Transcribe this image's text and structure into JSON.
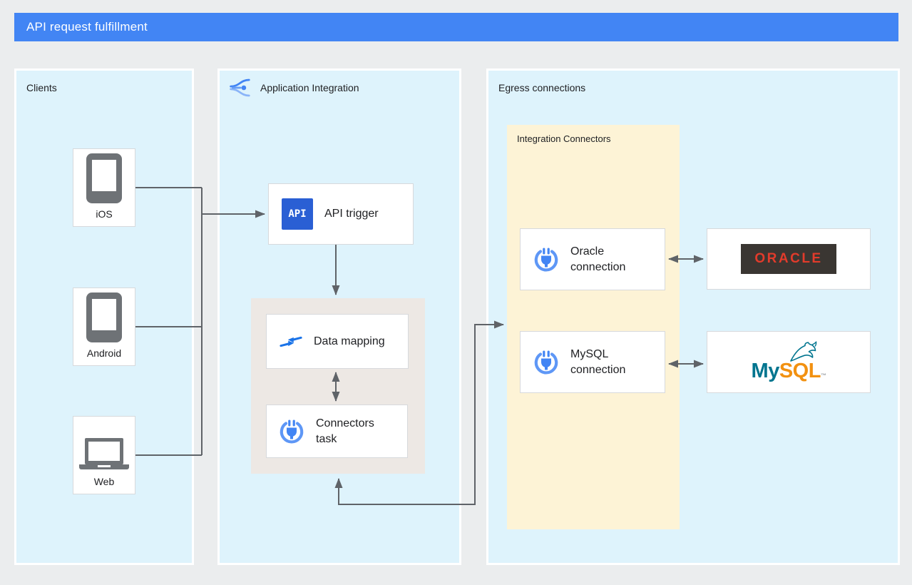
{
  "header": {
    "title": "API request fulfillment"
  },
  "panels": {
    "clients": {
      "title": "Clients"
    },
    "application_integration": {
      "title": "Application Integration"
    },
    "egress": {
      "title": "Egress connections"
    },
    "integration_connectors": {
      "title": "Integration Connectors"
    }
  },
  "clients": [
    {
      "label": "iOS"
    },
    {
      "label": "Android"
    },
    {
      "label": "Web"
    }
  ],
  "nodes": {
    "api_trigger": {
      "icon_text": "API",
      "label": "API trigger"
    },
    "data_mapping": {
      "label": "Data mapping"
    },
    "connectors_task": {
      "label": "Connectors task"
    },
    "oracle_connection": {
      "label": "Oracle connection"
    },
    "mysql_connection": {
      "label": "MySQL connection"
    }
  },
  "logos": {
    "oracle": {
      "text": "ORACLE"
    },
    "mysql": {
      "prefix": "My",
      "suffix": "SQL",
      "tm": "™"
    }
  },
  "icons": {
    "application_integration": "application-integration-icon",
    "ios": "smartphone-icon",
    "android": "smartphone-icon",
    "web": "laptop-icon",
    "api_trigger": "api-chip-icon",
    "data_mapping": "merge-arrows-icon",
    "connectors": "plug-connector-icon",
    "mysql_dolphin": "dolphin-icon"
  },
  "colors": {
    "background": "#ebedee",
    "header_bg": "#4285f4",
    "panel_bg": "#def3fc",
    "panel_border": "#ffffff",
    "connectors_panel_bg": "#fdf3d6",
    "integration_inner_bg": "#ede8e4",
    "card_border": "#d7d9dc",
    "arrow": "#5f6368",
    "device_gray": "#6e7276",
    "api_icon_bg": "#2a5fd4",
    "google_blue": "#4285f4",
    "google_blue_light": "#669df6",
    "google_blue_pale": "#aecbfa",
    "oracle_red": "#e23b2b",
    "oracle_box_bg": "#3a3632",
    "mysql_teal": "#00758f",
    "mysql_orange": "#f29111"
  }
}
